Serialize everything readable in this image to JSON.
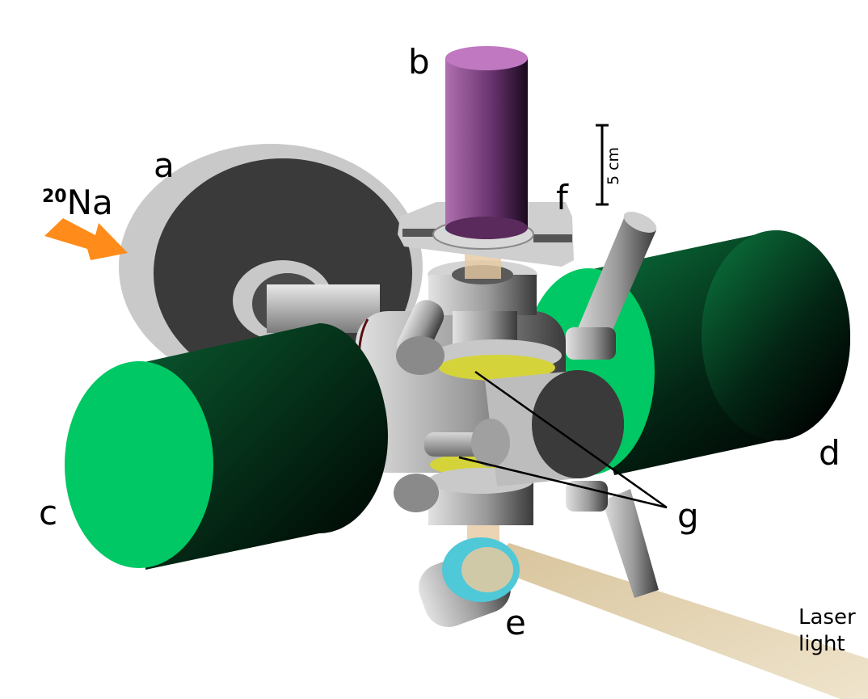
{
  "labels": {
    "a": "a",
    "b": "b",
    "c": "c",
    "d": "d",
    "e": "e",
    "f": "f",
    "g": "g",
    "isotope_mass": "20",
    "isotope_symbol": "Na",
    "scale": "5 cm",
    "laser_line1": "Laser",
    "laser_line2": "light"
  },
  "colors": {
    "magnet_green": "#00c864",
    "magnet_dark": "#011a0c",
    "disk_gray": "#3a3a3a",
    "metal_light": "#d0d0d0",
    "purple": "#a860a8",
    "cyan": "#6fd6d6",
    "yellow": "#d4d43a",
    "beam_orange": "#ff8c1a",
    "laser_beam": "#e0cfae"
  },
  "icons": {
    "beam_arrow": "arrow-icon"
  }
}
